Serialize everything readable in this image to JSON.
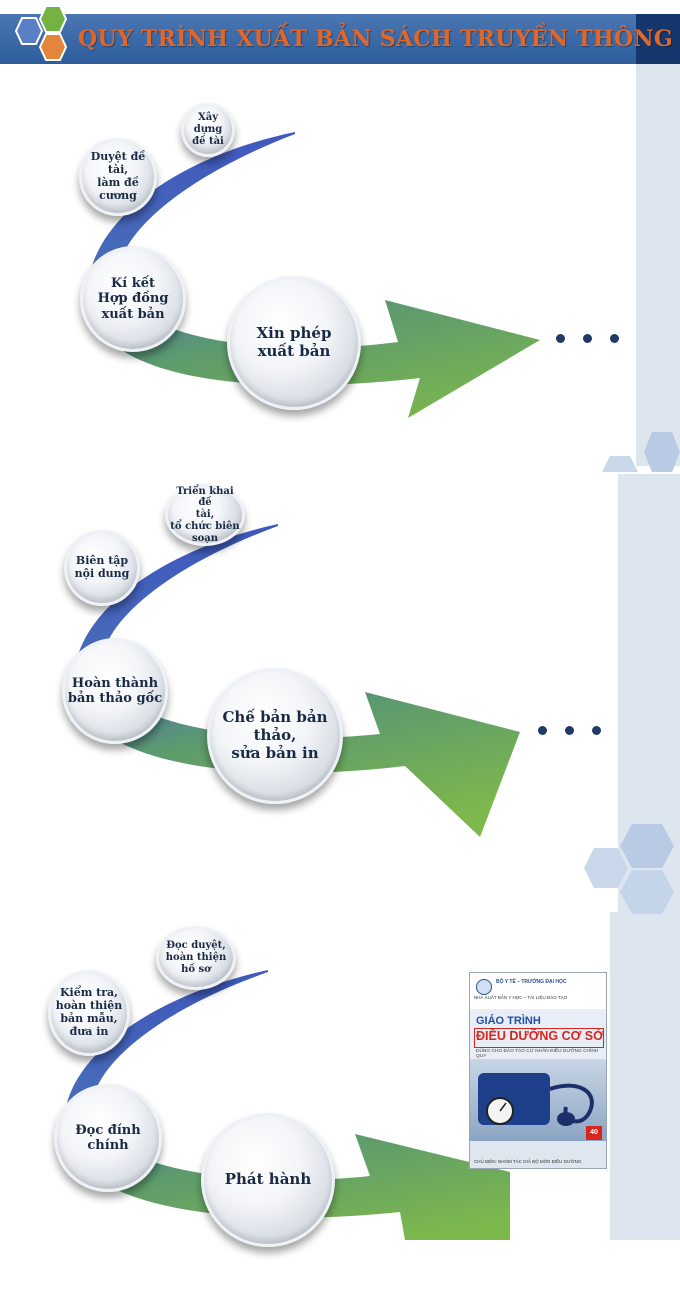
{
  "title": "QUY TRÌNH XUẤT BẢN SÁCH TRUYỀN THÔNG",
  "colors": {
    "header": "#3a6aab",
    "title": "#e0672a",
    "arrow_blue": "#3f58bd",
    "arrow_green": "#6aa24e",
    "hex_blue": "#5b7fc4",
    "hex_green": "#74b343",
    "hex_orange": "#e3853a"
  },
  "icons": [
    "hexagon-cluster-logo-icon",
    "hexagon-decoration-icon",
    "ellipsis-dots-icon"
  ],
  "stages": [
    {
      "steps": [
        "Xây dựng\nđề tài",
        "Duyệt đề tài,\nlàm đề cương",
        "Kí kết\nHợp đồng\nxuất bản",
        "Xin phép\nxuất bản"
      ]
    },
    {
      "steps": [
        "Triển khai đề\ntài,\ntổ chức biên\nsoạn",
        "Biên tập\nnội dung",
        "Hoàn thành\nbản thảo gốc",
        "Chế bản bản thảo,\nsửa bản in"
      ]
    },
    {
      "steps": [
        "Đọc duyệt,\nhoàn thiện\nhồ sơ",
        "Kiểm tra,\nhoàn thiện\nbản mẫu,\nđưa in",
        "Đọc đính chính",
        "Phát hành"
      ]
    }
  ],
  "book": {
    "publisher": "BỘ Y TẾ – TRƯỜNG ĐẠI HỌC",
    "publisher_line": "NHÀ XUẤT BẢN Y HỌC – TÀI LIỆU ĐÀO TẠO",
    "series": "GIÁO TRÌNH",
    "title": "ĐIỀU DƯỠNG CƠ SỞ II",
    "subtitle": "DÙNG CHO ĐÀO TẠO CỬ NHÂN ĐIỀU DƯỠNG CHÍNH QUY",
    "badge": "40",
    "authors": "CHỦ BIÊN: NHÓM TÁC GIẢ BỘ MÔN ĐIỀU DƯỠNG"
  }
}
